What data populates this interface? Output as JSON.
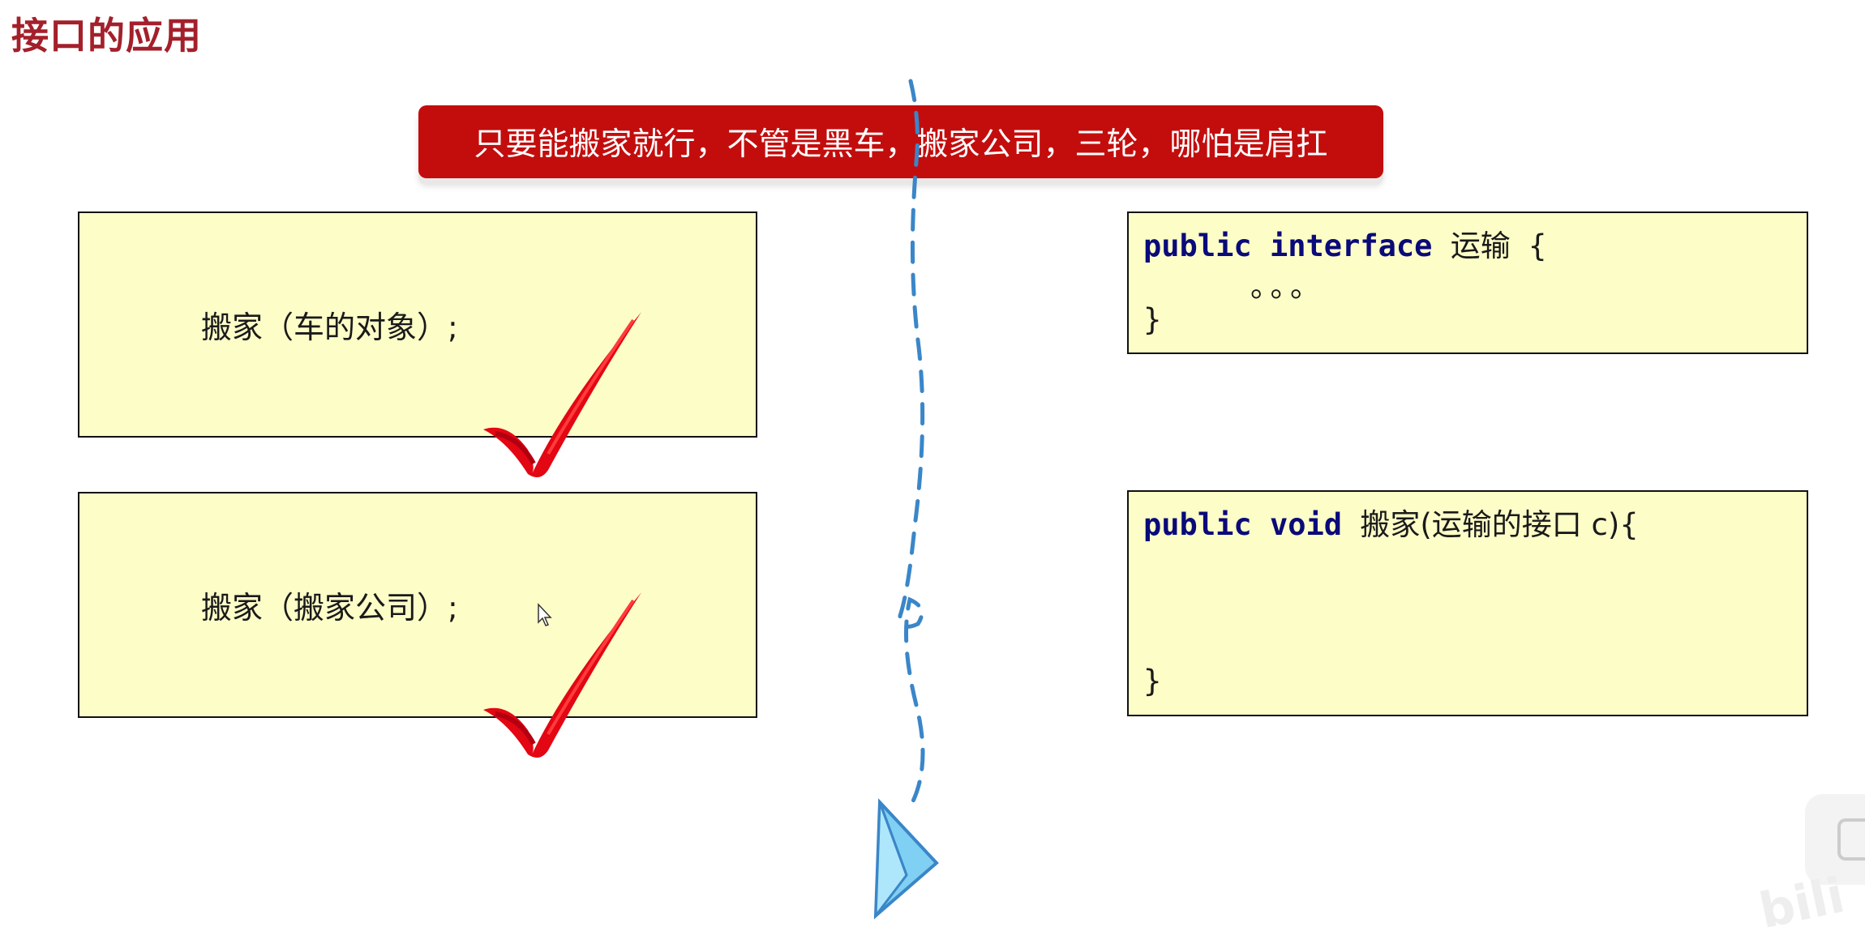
{
  "title": "接口的应用",
  "banner": "只要能搬家就行，不管是黑车，搬家公司，三轮，哪怕是肩扛",
  "left_boxes": [
    {
      "text": "搬家（车的对象）;"
    },
    {
      "text": "搬家（搬家公司）;"
    }
  ],
  "interface_box": {
    "kw_public": "public",
    "kw_interface": "interface",
    "name": "运输",
    "open_brace": " {",
    "body": "。。。",
    "close_brace": "}"
  },
  "method_box": {
    "kw_public": "public",
    "kw_void": "void",
    "signature": "搬家(运输的接口 c){",
    "close_brace": "}"
  },
  "watermark": "bili",
  "colors": {
    "title": "#a3202b",
    "banner_bg": "#c30d0d",
    "box_bg": "#fdfdc8",
    "keyword": "#0a0a7a",
    "check": "#e30613",
    "arrow": "#3a86c8"
  },
  "icons": [
    "check-icon",
    "paper-plane-icon",
    "mouse-cursor-icon",
    "play-icon"
  ]
}
